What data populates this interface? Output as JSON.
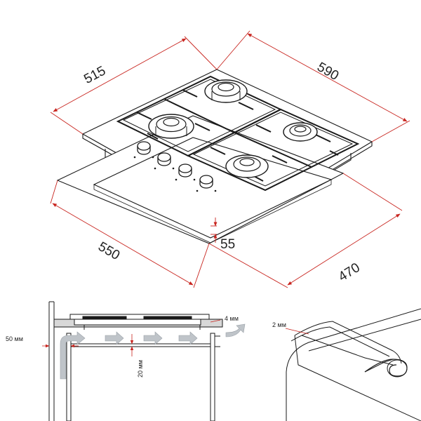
{
  "dimensions": {
    "top_left": "515",
    "top_right": "590",
    "cut_left": "550",
    "cut_right": "470",
    "thickness": "55"
  },
  "details": {
    "side_gap": "50 мм",
    "vent_gap": "20 мм",
    "top_gap": "4 мм",
    "seal": "2 мм"
  },
  "colors": {
    "dimension_line": "#c8241e",
    "line": "#1a1a1a",
    "arrow_fill": "#bfc4c9"
  }
}
